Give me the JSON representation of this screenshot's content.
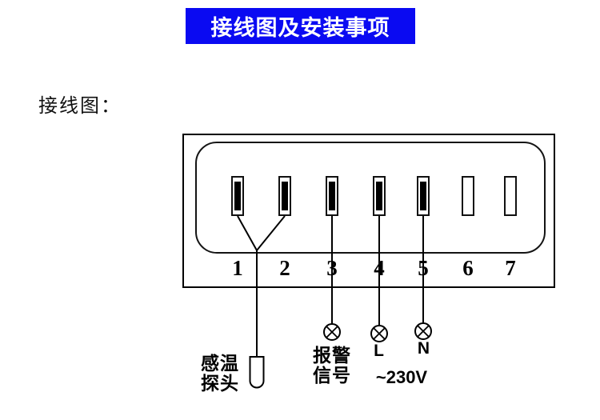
{
  "header": {
    "title": "接线图及安装事项",
    "bg_color": "#0a0af2",
    "text_color": "#ffffff"
  },
  "section": {
    "label": "接线图："
  },
  "diagram": {
    "terminals": [
      {
        "number": "1",
        "slot_filled": true,
        "connection": "temperature-probe"
      },
      {
        "number": "2",
        "slot_filled": true,
        "connection": "temperature-probe"
      },
      {
        "number": "3",
        "slot_filled": true,
        "connection": "alarm-signal"
      },
      {
        "number": "4",
        "slot_filled": true,
        "connection": "live-L"
      },
      {
        "number": "5",
        "slot_filled": true,
        "connection": "neutral-N"
      },
      {
        "number": "6",
        "slot_filled": false,
        "connection": ""
      },
      {
        "number": "7",
        "slot_filled": false,
        "connection": ""
      }
    ],
    "labels": {
      "probe": [
        "感温",
        "探头"
      ],
      "alarm": [
        "报警",
        "信号"
      ],
      "live": "L",
      "neutral": "N",
      "voltage": "~230V"
    },
    "symbols": {
      "probe_icon": "temperature-probe-capsule",
      "terminal_icon": "circle-x-connector"
    },
    "line_color": "#000000"
  }
}
